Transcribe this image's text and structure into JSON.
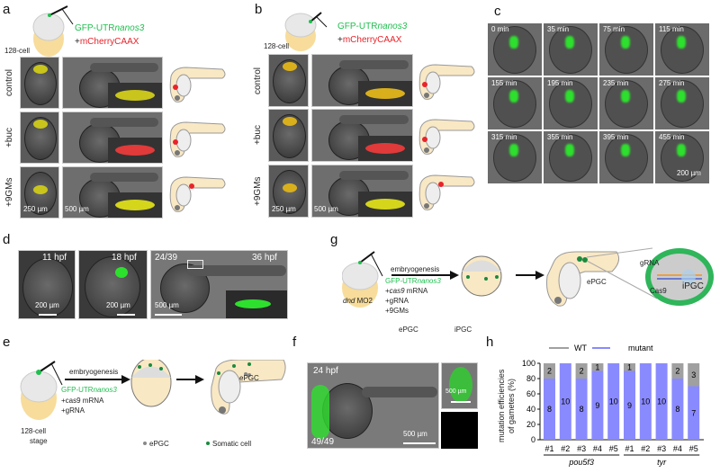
{
  "panels": {
    "a": "a",
    "b": "b",
    "c": "c",
    "d": "d",
    "e": "e",
    "f": "f",
    "g": "g",
    "h": "h"
  },
  "injection": {
    "gfp_prefix": "GFP-UTR",
    "gfp_gene": "nanos3",
    "mcherry_plus": "+",
    "mcherry": "mCherryCAAX",
    "stage": "128-cell"
  },
  "rows": [
    "control",
    "+buc",
    "+9GMs"
  ],
  "scalebars": {
    "s250": "250 µm",
    "s500": "500 µm",
    "s200": "200 µm"
  },
  "panel_c": {
    "times": [
      "0 min",
      "35 min",
      "75 min",
      "115 min",
      "155 min",
      "195 min",
      "235 min",
      "275 min",
      "315 min",
      "355 min",
      "395 min",
      "455 min"
    ],
    "scale": "200 µm"
  },
  "panel_d": {
    "t1": "11 hpf",
    "t2": "18 hpf",
    "t3": "36 hpf",
    "count": "24/39",
    "s200a": "200 µm",
    "s200b": "200 µm",
    "s500": "500 µm"
  },
  "panel_e": {
    "stage1": "128-cell",
    "stage2": "stage",
    "arrow": "embryogenesis",
    "gfp_prefix": "GFP-UTR",
    "gfp_gene": "nanos3",
    "cas9": "+cas9 mRNA",
    "grna": "+gRNA",
    "epgc_label": "ePGC",
    "legend_epgc": "ePGC",
    "legend_somatic": "Somatic cell"
  },
  "panel_f": {
    "time": "24 hpf",
    "count": "49/49",
    "s500a": "500 µm",
    "s500b": "500 µm"
  },
  "panel_g": {
    "dnd": "dnd",
    "mo": " MO2",
    "arrow": "embryogenesis",
    "gfp_prefix": "GFP-UTR",
    "gfp_gene": "nanos3",
    "cas9_plus": "+",
    "cas9_gene": "cas9",
    "cas9_rest": " mRNA",
    "grna": "+gRNA",
    "gms": "+9GMs",
    "epgc": "ePGC",
    "ipgc": "iPGC",
    "grna_label": "gRNA",
    "cas9_label": "Cas9",
    "legend_epgc": "ePGC",
    "legend_ipgc": "iPGC"
  },
  "chart_data": {
    "type": "bar",
    "stacked": true,
    "ylabel_line1": "mutation efficiencies",
    "ylabel_line2": "of gametes (%)",
    "ylim": [
      0,
      100
    ],
    "yticks": [
      0,
      20,
      40,
      60,
      80,
      100
    ],
    "categories": [
      "#1",
      "#2",
      "#3",
      "#4",
      "#5",
      "#1",
      "#2",
      "#3",
      "#4",
      "#5"
    ],
    "groups": [
      {
        "name": "pou5f3",
        "range": [
          0,
          4
        ]
      },
      {
        "name": "tyr",
        "range": [
          5,
          9
        ]
      }
    ],
    "series": [
      {
        "name": "mutant",
        "color": "#8a8aff",
        "counts": [
          8,
          10,
          8,
          9,
          10,
          9,
          10,
          10,
          8,
          7
        ]
      },
      {
        "name": "WT",
        "color": "#a0a0a0",
        "counts": [
          2,
          0,
          2,
          1,
          0,
          1,
          0,
          0,
          2,
          3
        ]
      }
    ],
    "legend": [
      "WT",
      "mutant"
    ],
    "legend_placement": "top"
  }
}
